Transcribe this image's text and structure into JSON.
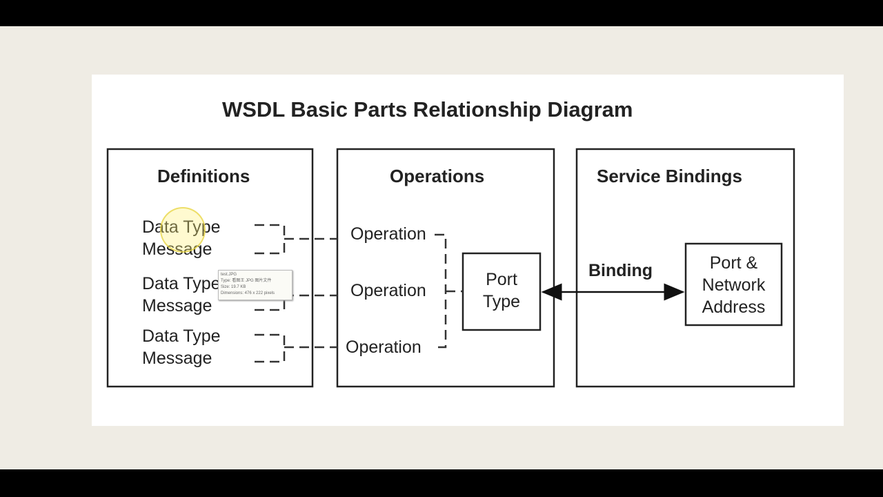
{
  "title": "WSDL Basic Parts Relationship Diagram",
  "sections": [
    {
      "heading": "Definitions",
      "items": [
        {
          "a": "Data Type",
          "b": "Message"
        },
        {
          "a": "Data Type",
          "b": "Message"
        },
        {
          "a": "Data Type",
          "b": "Message"
        }
      ]
    },
    {
      "heading": "Operations",
      "items": [
        "Operation",
        "Operation",
        "Operation"
      ],
      "port_type": "Port Type"
    },
    {
      "heading": "Service Bindings",
      "binding": "Binding",
      "address": "Port & Network Address"
    }
  ],
  "tooltip": {
    "line1": "test.JPG",
    "line2": "Type: 看图王 JPG 图片文件",
    "line3": "Size: 19.7 KB",
    "line4": "Dimensions: 476 x 222 pixels"
  },
  "colors": {
    "letterbox": "#000000",
    "background": "#efece4",
    "highlight": "#f5e66a"
  }
}
